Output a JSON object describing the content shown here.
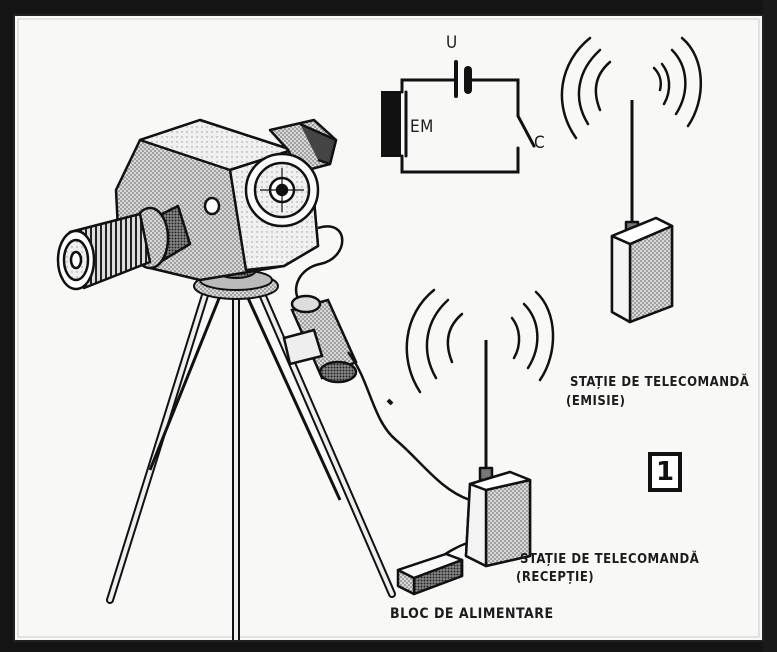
{
  "circuit": {
    "battery_label": "U",
    "electromagnet_label": "EM",
    "switch_label": "C"
  },
  "labels": {
    "transmitter": [
      "STAȚIE DE TELECOMANDĂ",
      "(EMISIE)"
    ],
    "receiver": [
      "STAȚIE DE TELECOMANDĂ",
      "(RECEPȚIE)"
    ],
    "power_supply": "BLOC DE ALIMENTARE"
  },
  "figure_number": "1"
}
